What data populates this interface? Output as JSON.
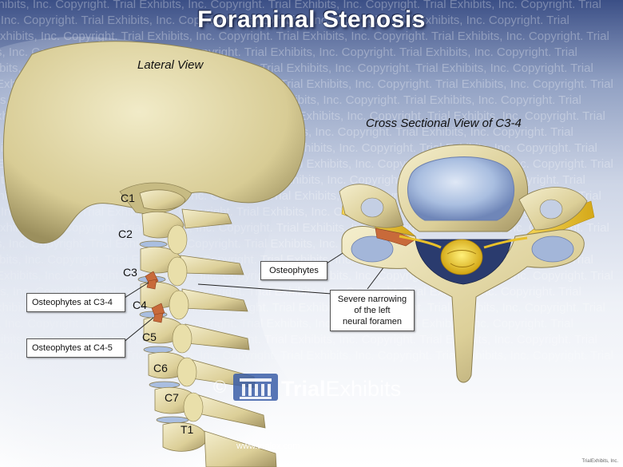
{
  "title": "Foraminal Stenosis",
  "lateral_view_label": "Lateral View",
  "cross_section_label": "Cross Sectional View of C3-4",
  "vertebra_labels": [
    "C1",
    "C2",
    "C3",
    "C4",
    "C5",
    "C6",
    "C7",
    "T1"
  ],
  "callouts": {
    "osteophytes_c34": "Osteophytes at C3-4",
    "osteophytes_c45": "Osteophytes at C4-5",
    "osteophytes": "Osteophytes",
    "narrowing_line1": "Severe narrowing",
    "narrowing_line2": "of the left",
    "narrowing_line3": "neural foramen"
  },
  "watermark": {
    "text": "Exhibits, Inc. Copyright. Trial Exhibits, Inc. Copyright. Trial Exhibits, Inc. Copyright. Trial Exhibits, Inc. Copyright. Trial",
    "logo_bold": "Trial",
    "logo_rest": "Exhibits",
    "copyright_symbol": "©",
    "url": "www.trialex.com",
    "corner_mark": "TrialExhibits, Inc."
  },
  "colors": {
    "bone": "#e8dfae",
    "bone_shadow": "#a89a62",
    "disc": "#a9bee0",
    "nerve": "#e8c02a",
    "osteophyte": "#c86a3a"
  }
}
